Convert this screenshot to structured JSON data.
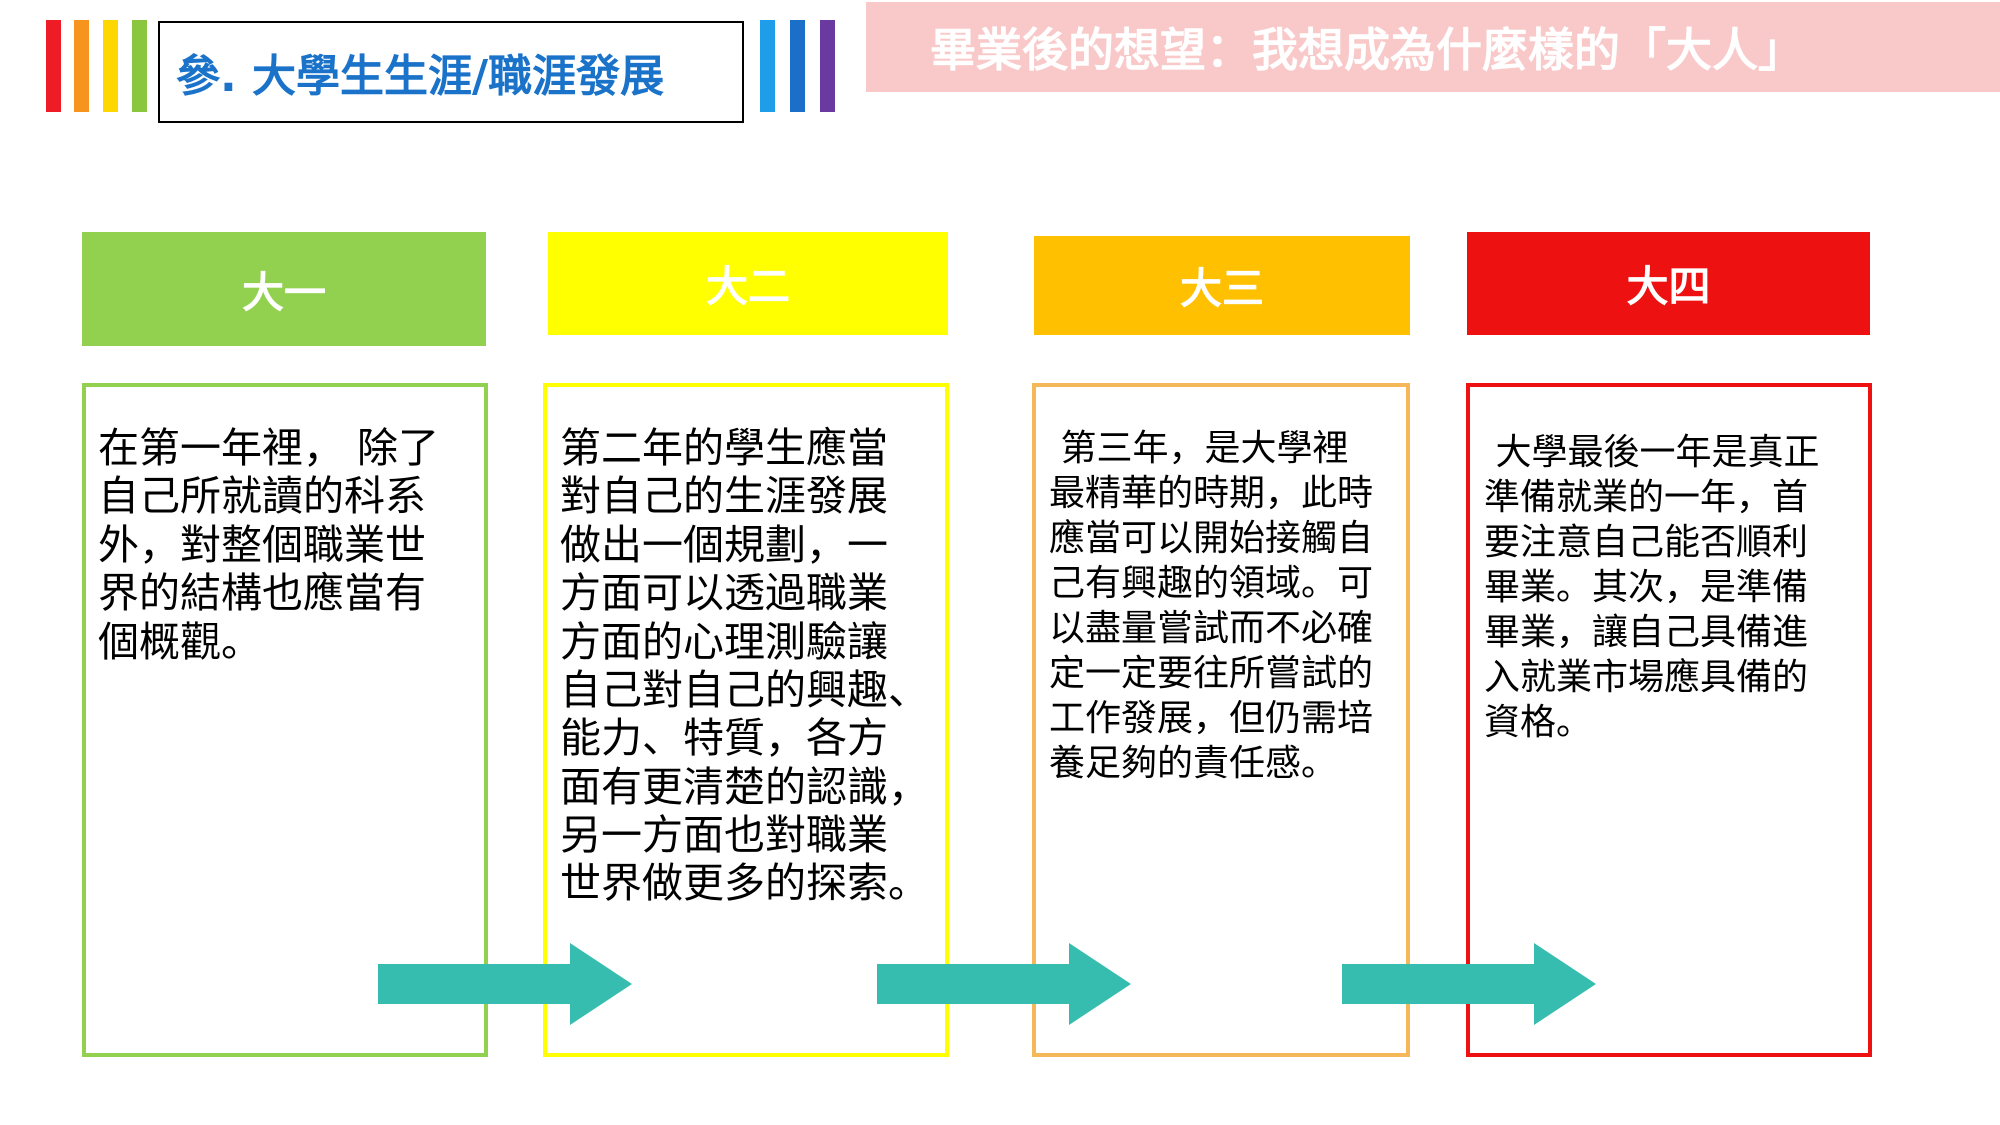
{
  "header": {
    "title": "參. 大學生生涯/職涯發展",
    "banner": "畢業後的想望：我想成為什麼樣的「大人」"
  },
  "colors": {
    "stripes": [
      "#ee1c25",
      "#f7941d",
      "#ffd700",
      "#8bc63f",
      "#1e9ee8",
      "#1b6fc9",
      "#6a3aa0"
    ],
    "year1": "#92d050",
    "year2": "#ffff00",
    "year3": "#ffc000",
    "year4": "#ee1111",
    "box3_border": "#f4b859",
    "arrow": "#36bdb0"
  },
  "years": [
    {
      "label": "大一",
      "text": "在第一年裡， 除了\n自己所就讀的科系\n外，對整個職業世\n界的結構也應當有\n個概觀。"
    },
    {
      "label": "大二",
      "text": "第二年的學生應當\n對自己的生涯發展\n做出一個規劃，一\n方面可以透過職業\n方面的心理測驗讓\n自己對自己的興趣、\n能力、特質，各方\n面有更清楚的認識，\n另一方面也對職業\n世界做更多的探索。"
    },
    {
      "label": "大三",
      "text": " 第三年，是大學裡\n最精華的時期，此時\n應當可以開始接觸自\n己有興趣的領域。可\n以盡量嘗試而不必確\n定一定要往所嘗試的\n工作發展，但仍需培\n養足夠的責任感。"
    },
    {
      "label": "大四",
      "text": " 大學最後一年是真正\n準備就業的一年，首\n要注意自己能否順利\n畢業。其次，是準備\n畢業，讓自己具備進\n入就業市場應具備的\n資格。"
    }
  ]
}
